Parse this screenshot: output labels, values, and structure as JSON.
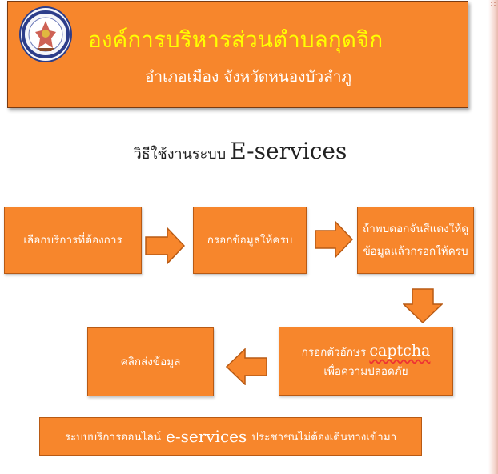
{
  "header": {
    "title": "องค์การบริหารส่วนตำบลกุดจิก",
    "subtitle": "อำเภอเมือง จังหวัดหนองบัวลำภู"
  },
  "heading": {
    "thai": "วิธีใช้งานระบบ",
    "english": "E-services"
  },
  "steps": [
    {
      "label": "เลือกบริการที่ต้องการ"
    },
    {
      "label": "กรอกข้อมูลให้ครบ"
    },
    {
      "label": "ถ้าพบดอกจันสีแดงให้ดูข้อมูลแล้วกรอกให้ครบ"
    },
    {
      "label_prefix": "กรอกตัวอักษร",
      "label_keyword": "captcha",
      "label_suffix": "เพื่อความปลอดภัย"
    },
    {
      "label": "คลิกส่งข้อมูล"
    }
  ],
  "footer": {
    "prefix": "ระบบบริการออนไลน์",
    "keyword": "e-services",
    "suffix": "ประชาชนไม่ต้องเดินทางเข้ามา"
  },
  "colors": {
    "accent": "#f7862c",
    "title_text": "#ffff00",
    "box_text": "#ffffff"
  },
  "icons": [
    "organization-seal-icon",
    "arrow-right-icon",
    "arrow-down-icon",
    "arrow-left-icon"
  ]
}
